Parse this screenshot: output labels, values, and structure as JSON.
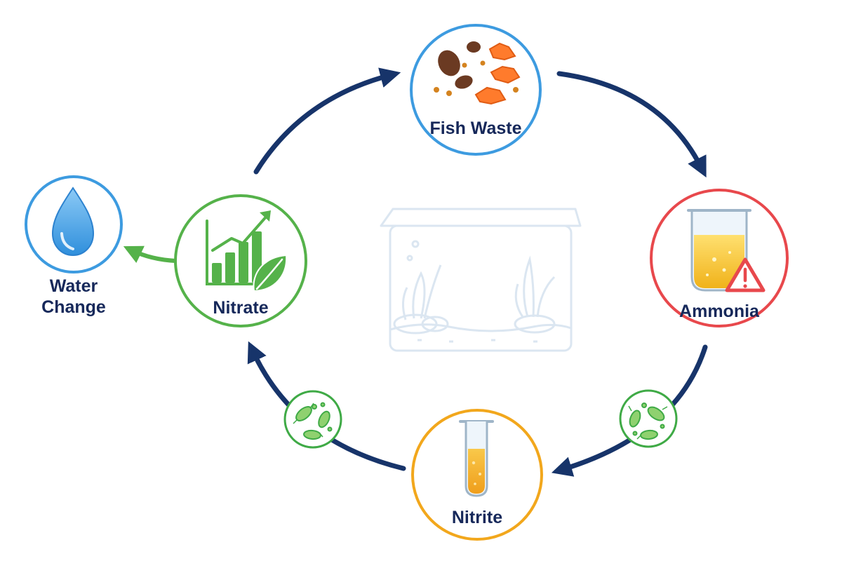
{
  "nodes": {
    "fish_waste": {
      "label": "Fish Waste"
    },
    "ammonia": {
      "label": "Ammonia"
    },
    "nitrite": {
      "label": "Nitrite"
    },
    "nitrate": {
      "label": "Nitrate"
    },
    "water_change": {
      "label_line1": "Water",
      "label_line2": "Change"
    }
  },
  "colors": {
    "arrow_dark": "#17346a",
    "label_text": "#16285a",
    "fish_waste_ring": "#3d9be0",
    "ammonia_ring": "#e8484c",
    "nitrite_ring": "#f2a71c",
    "nitrate_ring": "#55b24a",
    "water_change_ring": "#3d9be0",
    "bacteria_ring": "#3faa46",
    "bacteria_fill": "#8fd16f",
    "tank_outline": "#dbe6f1"
  },
  "icons": {
    "fish_waste": "waste-pellets-icon",
    "ammonia": "beaker-warning-icon",
    "nitrite": "test-tube-icon",
    "nitrate": "growth-chart-leaf-icon",
    "water_change": "water-drop-icon",
    "bacteria": "bacteria-icon",
    "center": "aquarium-tank-icon"
  }
}
